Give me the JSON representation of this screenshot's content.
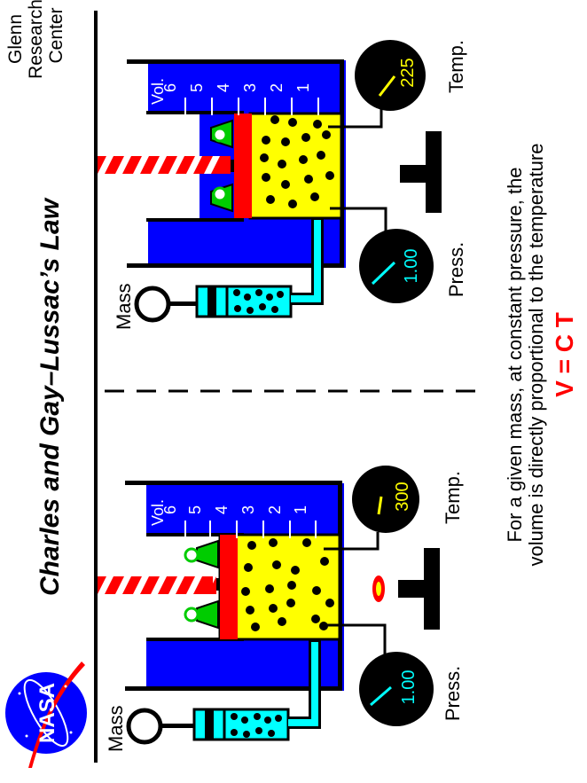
{
  "header": {
    "title_part1": "Charles  and  ",
    "title_part2": "Gay–Lussac’s  Law",
    "org_line1": "Glenn",
    "org_line2": "Research",
    "org_line3": "Center",
    "logo": "nasa-meatball-logo"
  },
  "panels": [
    {
      "id": "heated",
      "mass_label": "Mass",
      "vol_label": "Vol.",
      "vol_ticks": [
        "1",
        "2",
        "3",
        "4",
        "5",
        "6"
      ],
      "volume_level": 4.5,
      "pressure_label": "Press.",
      "pressure_value": "1.00",
      "temperature_label": "Temp.",
      "temperature_value": "300",
      "burner_flame": true
    },
    {
      "id": "cool",
      "mass_label": "Mass",
      "vol_label": "Vol.",
      "vol_ticks": [
        "1",
        "2",
        "3",
        "4",
        "5",
        "6"
      ],
      "volume_level": 3.4,
      "pressure_label": "Press.",
      "pressure_value": "1.00",
      "temperature_label": "Temp.",
      "temperature_value": "225",
      "burner_flame": false
    }
  ],
  "caption": {
    "line1": "For a given mass, at constant pressure, the",
    "line2": "volume is directly proportional to the temperature",
    "equation": "V = C T"
  },
  "colors": {
    "blue": "#0000ff",
    "yellow": "#ffff00",
    "red": "#ff0000",
    "green": "#00cc00",
    "cyan": "#00ffff",
    "black": "#000000"
  }
}
